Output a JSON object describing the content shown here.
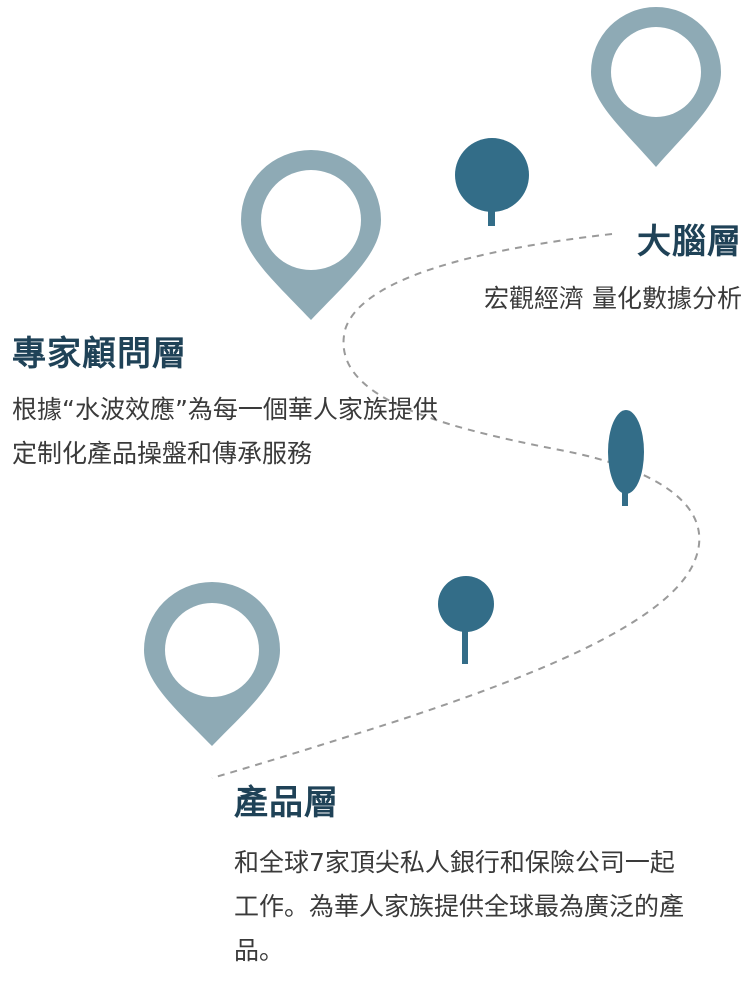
{
  "colors": {
    "pin": "#8eaab5",
    "tree": "#336d88",
    "path": "#9a9a9a",
    "title": "#1f4257",
    "body": "#3a3a3a"
  },
  "layers": {
    "brain": {
      "title": "大腦層",
      "description": "宏觀經濟 量化數據分析"
    },
    "expert": {
      "title": "專家顧問層",
      "description": "根據“水波效應”為每一個華人家族提供定制化產品操盤和傳承服務"
    },
    "product": {
      "title": "產品層",
      "description": "和全球7家頂尖私人銀行和保險公司一起工作。為華人家族提供全球最為廣泛的產品。"
    }
  },
  "icons": {
    "pin": "map-pin-icon",
    "tree": "tree-icon"
  }
}
